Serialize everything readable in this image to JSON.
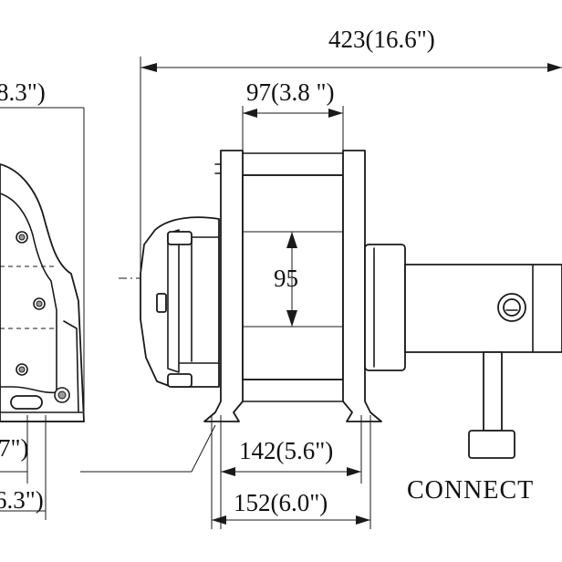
{
  "dimensions": {
    "overall_length": "423(16.6\")",
    "drum_width": "97(3.8 \")",
    "drum_diameter": "95",
    "foot_spacing_inner": "142(5.6\")",
    "foot_spacing_outer": "152(6.0\")",
    "partial_top_left": "8.3\")",
    "partial_bottom_left_1": "7\")",
    "partial_bottom_left_2": "6.3\")"
  },
  "labels": {
    "connector": "CONNECT"
  }
}
